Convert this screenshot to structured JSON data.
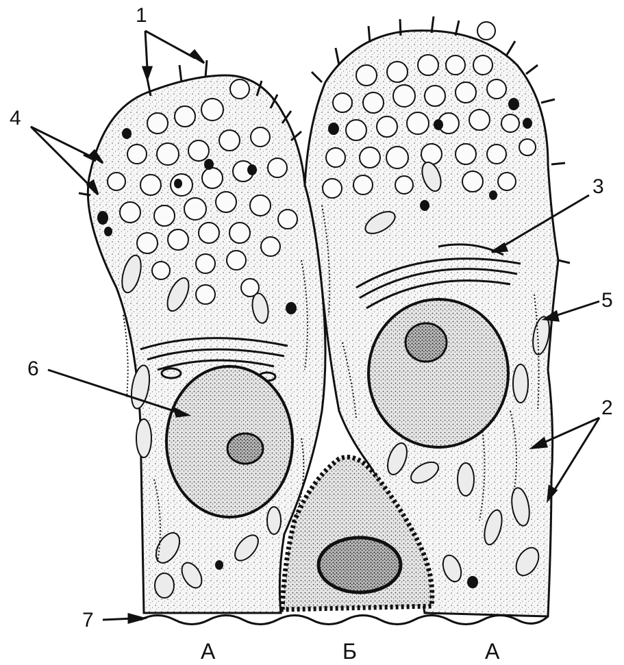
{
  "figure": {
    "callouts": [
      {
        "id": "c1",
        "label": "1"
      },
      {
        "id": "c2",
        "label": "2"
      },
      {
        "id": "c3",
        "label": "3"
      },
      {
        "id": "c4",
        "label": "4"
      },
      {
        "id": "c5",
        "label": "5"
      },
      {
        "id": "c6",
        "label": "6"
      },
      {
        "id": "c7",
        "label": "7"
      }
    ],
    "cell_labels": [
      "А",
      "Б",
      "А"
    ],
    "colors": {
      "ink": "#111111",
      "cytoplasm": "#f4f4f4",
      "nucleus": "#e8e8e8",
      "dense": "#222222"
    }
  }
}
